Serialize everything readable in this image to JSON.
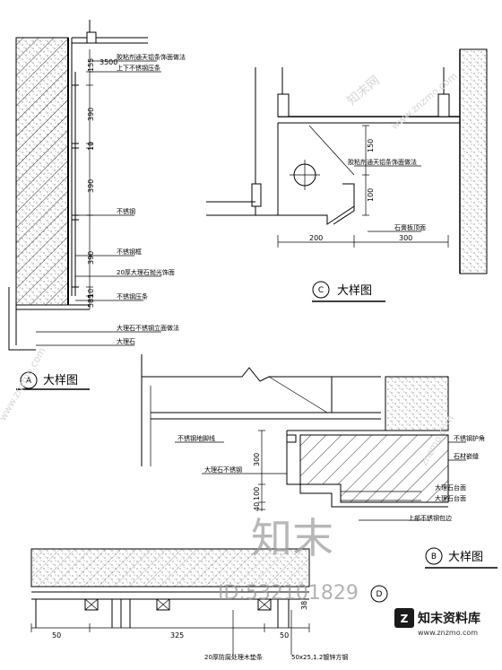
{
  "details": {
    "A": {
      "letter": "A",
      "title": "大样图"
    },
    "B": {
      "letter": "B",
      "title": "大样图"
    },
    "C": {
      "letter": "C",
      "title": "大样图"
    },
    "D": {
      "letter": "D"
    }
  },
  "dims_a": [
    "3500",
    "155",
    "390",
    "10",
    "390",
    "390",
    "10",
    "585"
  ],
  "labels_a": [
    "胶粘剂通天铝条饰面做法",
    "上下不锈钢压条",
    "不锈钢",
    "不锈钢框",
    "20厚大理石抛光饰面",
    "不锈钢压条",
    "大理石不锈钢立面做法",
    "大理石"
  ],
  "dims_c": [
    "150",
    "100",
    "200",
    "300"
  ],
  "labels_c": [
    "胶粘剂通天铝条饰面做法",
    "石膏板顶面"
  ],
  "dims_b": [
    "300",
    "100",
    "40"
  ],
  "labels_b": [
    "不锈钢地脚线",
    "大理石不锈钢",
    "不锈钢护角",
    "石材嵌缝",
    "大理石台面",
    "大理石台面",
    "上部不锈钢包边"
  ],
  "dims_d": [
    "50",
    "325",
    "50",
    "38"
  ],
  "labels_d": [
    "20厚防腐处理木垫条",
    "50x25,1.2镀锌方钢"
  ],
  "watermark": {
    "brand_cn": "知末",
    "id_text": "ID:532101829",
    "logo_text": "知末资料库",
    "logo_url": "www.znzmo.com",
    "diag": [
      "www.znzmo.com",
      "www.znzmo.com",
      "知末网",
      "znzmo.com"
    ]
  }
}
